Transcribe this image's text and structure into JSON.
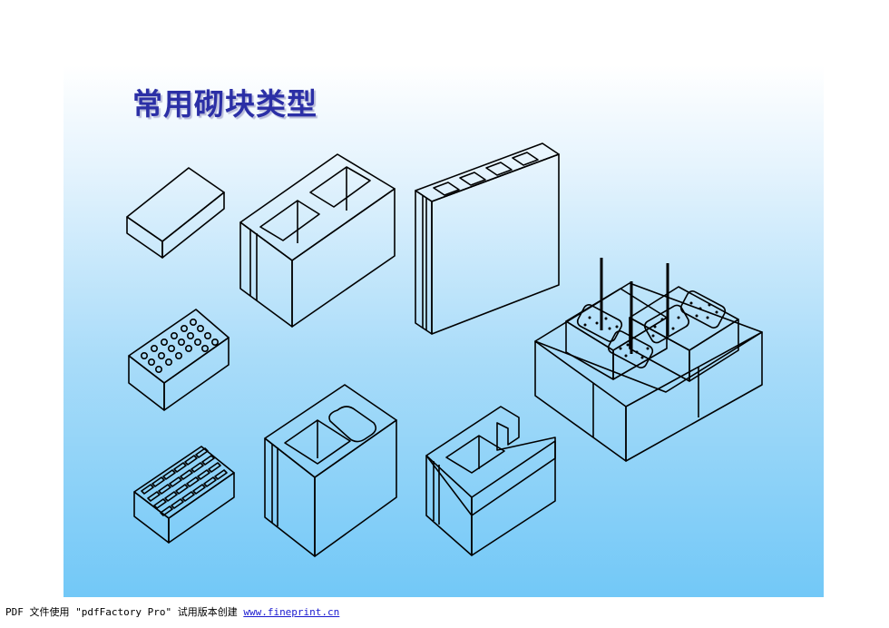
{
  "slide": {
    "title": "常用砌块类型"
  },
  "illustration": {
    "blocks": [
      "solid-brick-icon",
      "two-cell-hollow-block-icon",
      "multi-cell-partition-block-icon",
      "round-hole-brick-icon",
      "slotted-hole-brick-icon",
      "corner-hollow-block-icon",
      "u-shaped-block-icon",
      "reinforced-block-wall-icon"
    ],
    "line_color": "#000000",
    "background_top": "#ffffff",
    "background_bottom": "#72c8f7"
  },
  "footer": {
    "prefix": "PDF 文件使用 \"pdfFactory Pro\" 试用版本创建",
    "link_text": "www.fineprint.cn"
  },
  "colors": {
    "title": "#2b2fa6",
    "link": "#1a1ad0"
  }
}
